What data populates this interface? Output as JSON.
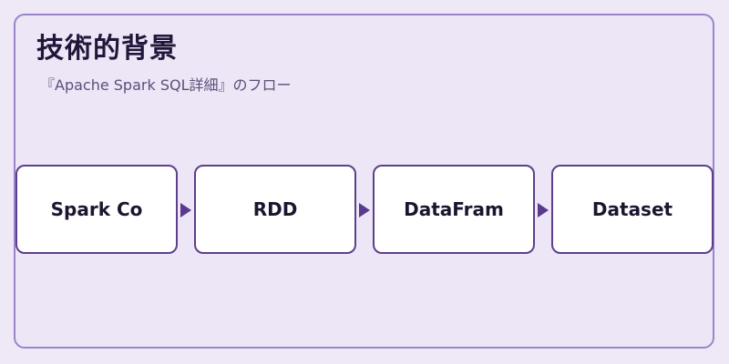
{
  "header": {
    "title": "技術的背景",
    "subtitle": "『Apache Spark SQL詳細』のフロー"
  },
  "flow": {
    "nodes": [
      {
        "label": "Spark Co"
      },
      {
        "label": "RDD"
      },
      {
        "label": "DataFram"
      },
      {
        "label": "Dataset"
      }
    ]
  },
  "colors": {
    "background": "#eee8f7",
    "panel_border": "#9c84c9",
    "node_border": "#5d3f8c",
    "arrow": "#5a3a8e",
    "title_text": "#22163a"
  }
}
